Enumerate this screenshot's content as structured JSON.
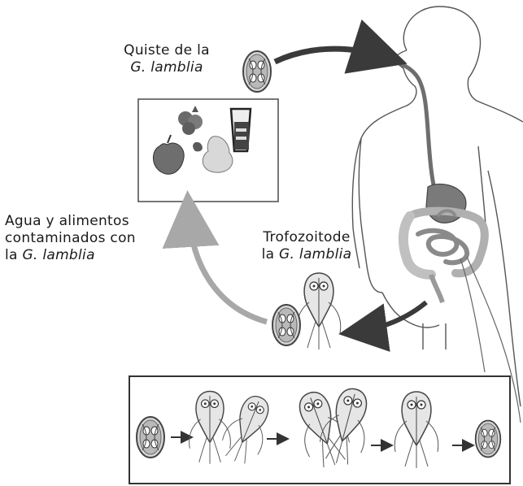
{
  "labels": {
    "cyst": {
      "line1": "Quiste de la",
      "line2": "G. lamblia"
    },
    "food": {
      "line1": "Agua y alimentos",
      "line2": "contaminados con",
      "line3_prefix": "la ",
      "line3_italic": "G. lamblia"
    },
    "trophozoite": {
      "line1": "Trofozoitode",
      "line2_prefix": "la ",
      "line2_italic": "G. lamblia"
    }
  },
  "colors": {
    "arrow_dark": "#3a3a3a",
    "arrow_light": "#a8a8a8",
    "outline": "#5a5a5a",
    "organ_dark": "#6e6e6e",
    "organ_light": "#c8c8c8"
  },
  "icons": [
    "cyst-icon",
    "trophozoite-icon",
    "apple-icon",
    "pear-icon",
    "raspberry-icon",
    "water-glass-icon",
    "human-body-icon"
  ]
}
